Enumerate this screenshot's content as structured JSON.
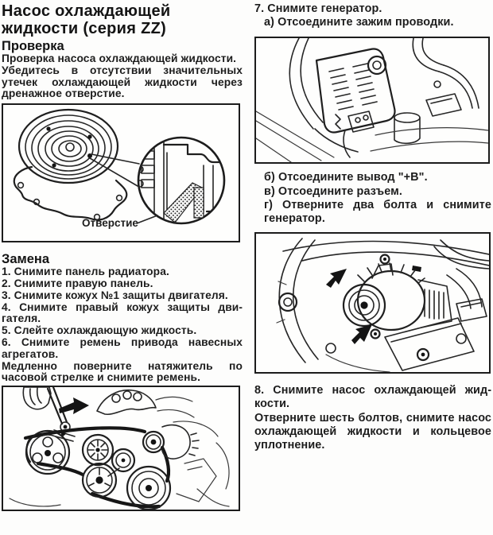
{
  "left": {
    "title": "Насос охлаждающей жидкости (серия ZZ)",
    "inspection": {
      "heading": "Проверка",
      "para1": "Проверка насоса охлаждающей жид­кости.",
      "para2": "Убедитесь в отсутствии значительных утечек охлаждающей жидкости через дренажное отверстие."
    },
    "pump_figure": {
      "label": "Отверстие"
    },
    "replacement": {
      "heading": "Замена",
      "steps": [
        "1. Снимите панель радиатора.",
        "2. Снимите правую панель.",
        "3. Снимите кожух №1 защиты двига­теля.",
        "4. Снимите правый кожух защиты дви­гателя.",
        "5. Слейте охлаждающую жидкость.",
        "6. Снимите ремень привода навесных агрегатов."
      ],
      "note": "Медленно поверните натяжитель по часовой стрелке и снимите ремень."
    }
  },
  "right": {
    "step7": {
      "title": "7. Снимите генератор.",
      "sub_a": "а) Отсоедините зажим проводки.",
      "sub_b": "б) Отсоедините вывод \"+B\".",
      "sub_c": "в) Отсоедините разъем.",
      "sub_d": "г) Отверните два болта и снимите генератор."
    },
    "step8": {
      "title": "8. Снимите насос охлаждающей жид­кости.",
      "body": "Отверните шесть болтов, снимите на­сос охлаждающей жидкости и кольце­вое уплотнение."
    }
  }
}
